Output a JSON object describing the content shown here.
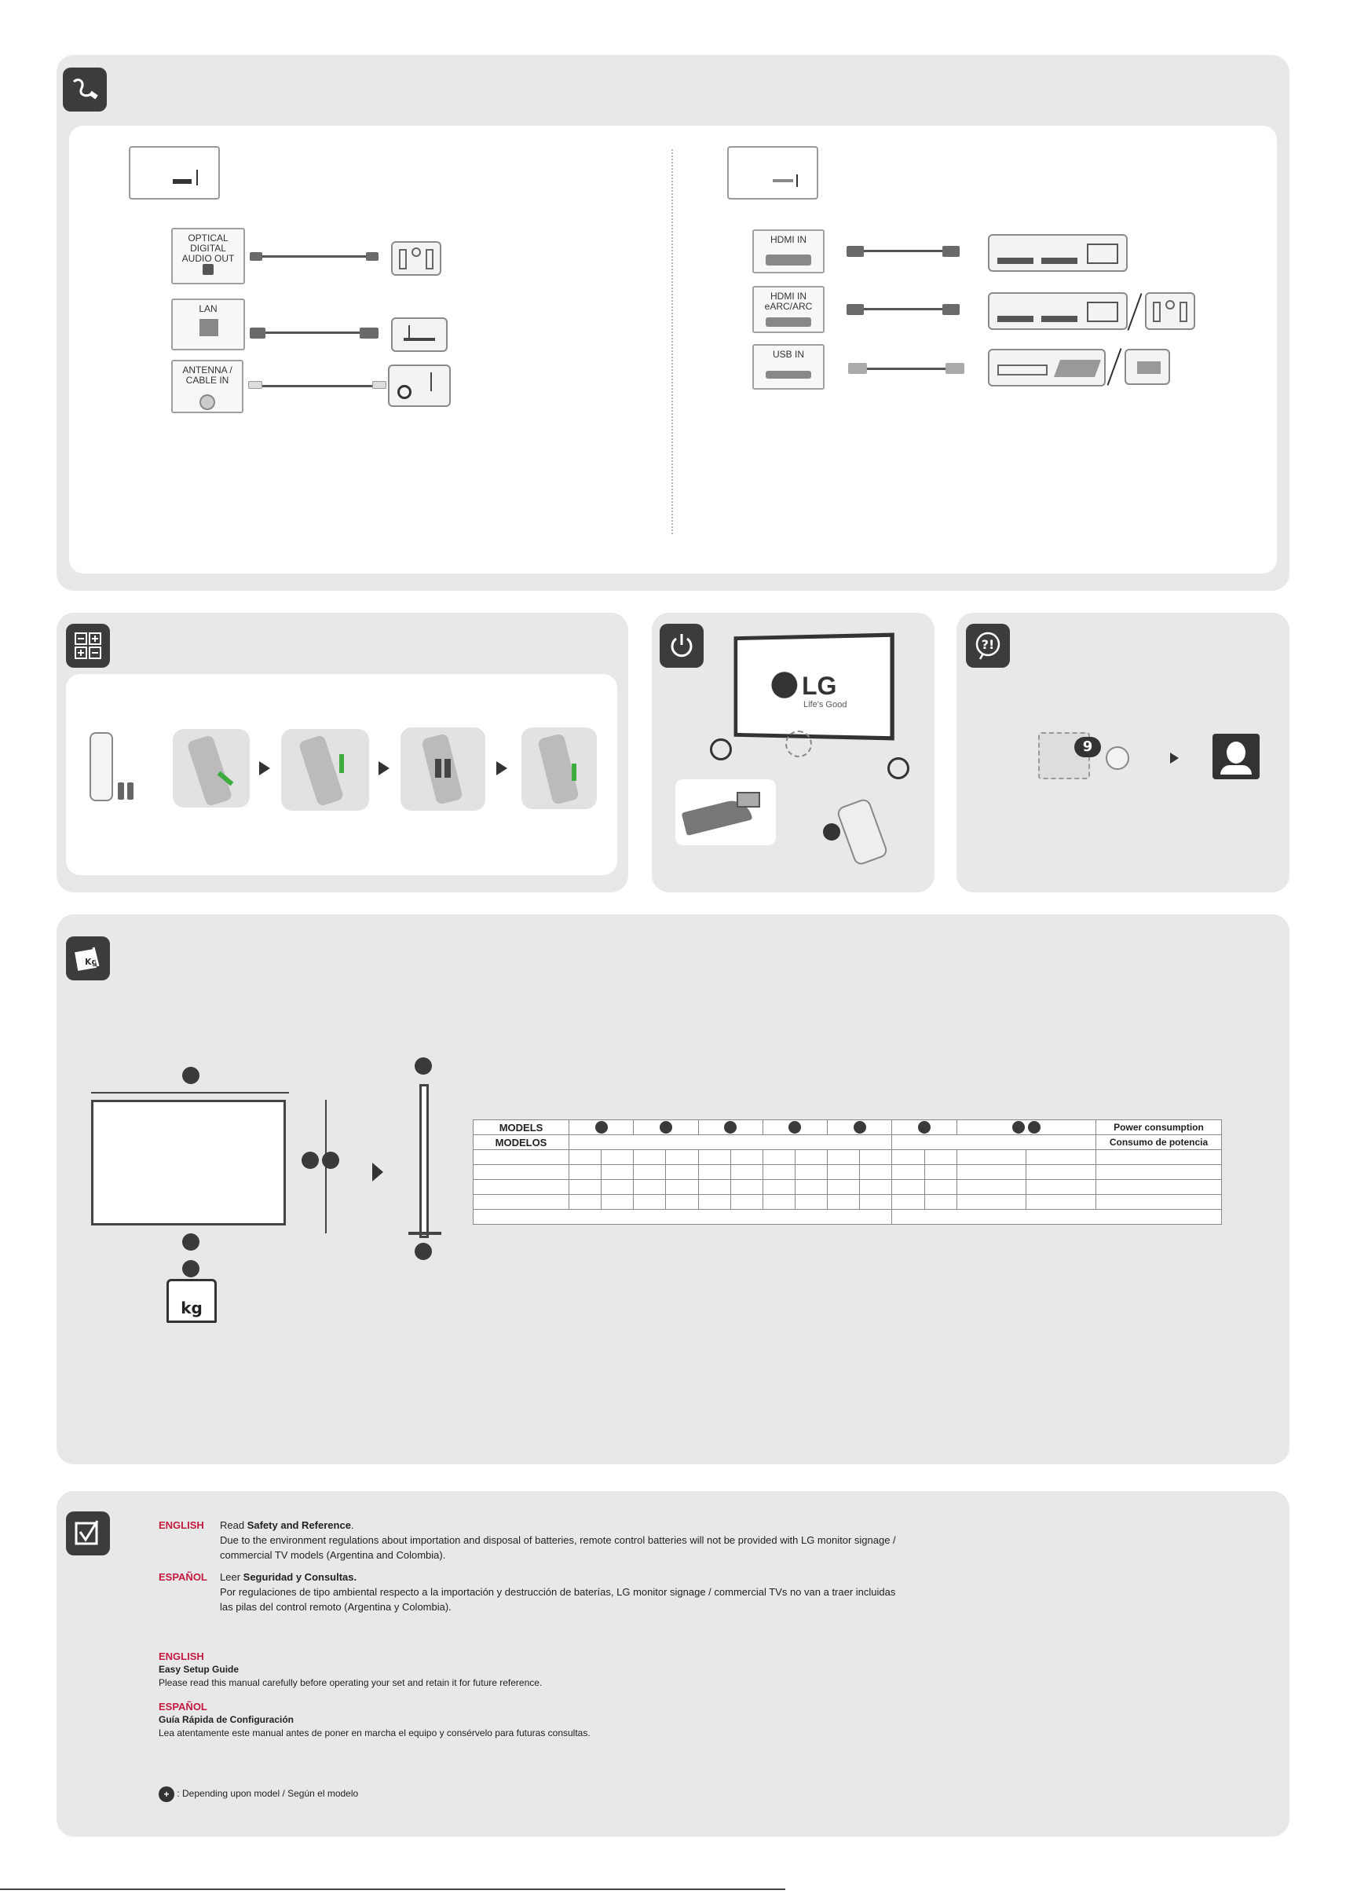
{
  "connections": {
    "optical_label": "OPTICAL DIGITAL AUDIO OUT",
    "lan_label": "LAN",
    "antenna_label": "ANTENNA / CABLE IN",
    "hdmi_label": "HDMI IN",
    "hdmi_arc_label": "HDMI IN eARC/ARC",
    "usb_label": "USB IN"
  },
  "tv_logo": {
    "brand": "LG",
    "tagline": "Life's Good"
  },
  "help": {
    "digit": "9"
  },
  "weight_unit": "kg",
  "table": {
    "models_en": "MODELS",
    "models_es": "MODELOS",
    "power_en": "Power consumption",
    "power_es": "Consumo de potencia"
  },
  "notes": {
    "en_lang": "ENGLISH",
    "en_read_prefix": "Read",
    "en_read_bold": "Safety and Reference",
    "en_read_suffix": ".",
    "en_line1": "Due to the environment regulations about importation and disposal of batteries, remote control batteries will not be provided with LG monitor signage /",
    "en_line2": "commercial TV models (Argentina and Colombia).",
    "es_lang": "ESPAÑOL",
    "es_read_prefix": "Leer",
    "es_read_bold": "Seguridad y Consultas.",
    "es_line1": "Por regulaciones de tipo ambiental respecto a la importación y destrucción de baterías, LG monitor signage / commercial TVs no van a traer incluidas",
    "es_line2": "las pilas del control remoto (Argentina y Colombia).",
    "guide_en_lang": "ENGLISH",
    "guide_en_title": "Easy Setup Guide",
    "guide_en_text": "Please read this manual carefully before operating your set and retain it for future reference.",
    "guide_es_lang": "ESPAÑOL",
    "guide_es_title": "Guía Rápida de Configuración",
    "guide_es_text": "Lea atentamente este manual antes de poner en marcha el equipo y consérvelo para futuras consultas.",
    "footnote": ": Depending upon model / Según el modelo"
  }
}
